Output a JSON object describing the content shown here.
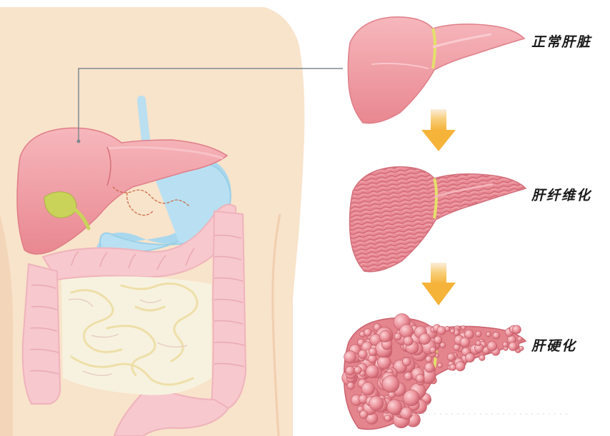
{
  "stages": [
    {
      "label": "正常肝脏",
      "color": "#f2a1a8"
    },
    {
      "label": "肝纤维化",
      "color": "#e88993"
    },
    {
      "label": "肝硬化",
      "color": "#e4848d"
    }
  ],
  "colors": {
    "skin": "#f8e3cb",
    "stomach": "#a9d8ee",
    "intestine": "#f7c8ce",
    "small_intestine": "#f7f2df",
    "gallbladder": "#c9d35a",
    "arrow": "#f5b93c",
    "pointer_line": "#7e8a90"
  },
  "icons": {
    "arrow": "down-arrow-icon"
  }
}
